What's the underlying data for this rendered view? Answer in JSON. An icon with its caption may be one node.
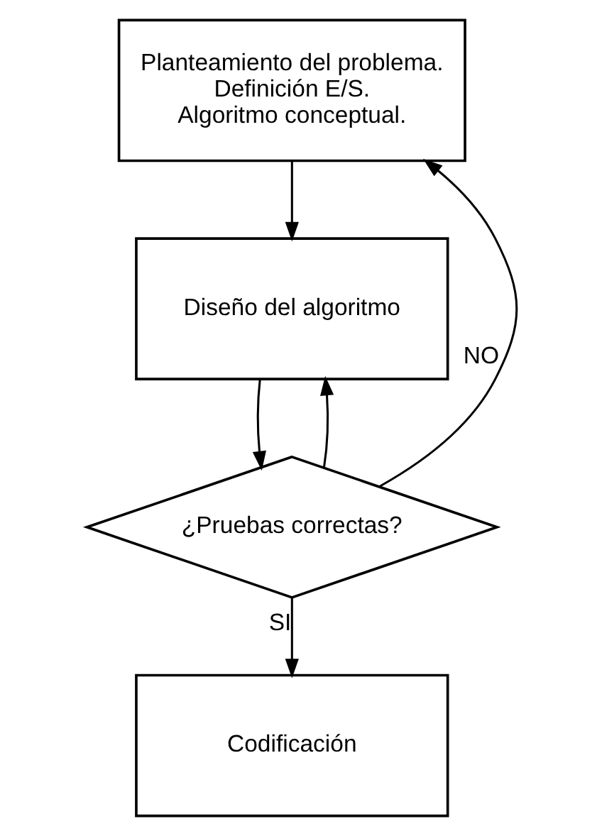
{
  "diagram": {
    "nodes": [
      {
        "text": [
          "Planteamiento del problema.",
          "Definición E/S.",
          "Algoritmo conceptual."
        ]
      },
      {
        "text": [
          "Diseño del algoritmo"
        ]
      },
      {
        "text": [
          "¿Pruebas correctas?"
        ]
      },
      {
        "text": [
          "Codificación"
        ]
      }
    ],
    "edges": [
      {
        "from": 0,
        "to": 1,
        "arrow": "to"
      },
      {
        "from": 1,
        "to": 2,
        "arrow": "to"
      },
      {
        "from": 2,
        "to": 3,
        "arrow": "to",
        "label": "SI"
      },
      {
        "from": 2,
        "to": 0,
        "arrow": "to",
        "label": "NO"
      },
      {
        "from": 2,
        "to": 1,
        "arrow": "to"
      }
    ]
  }
}
